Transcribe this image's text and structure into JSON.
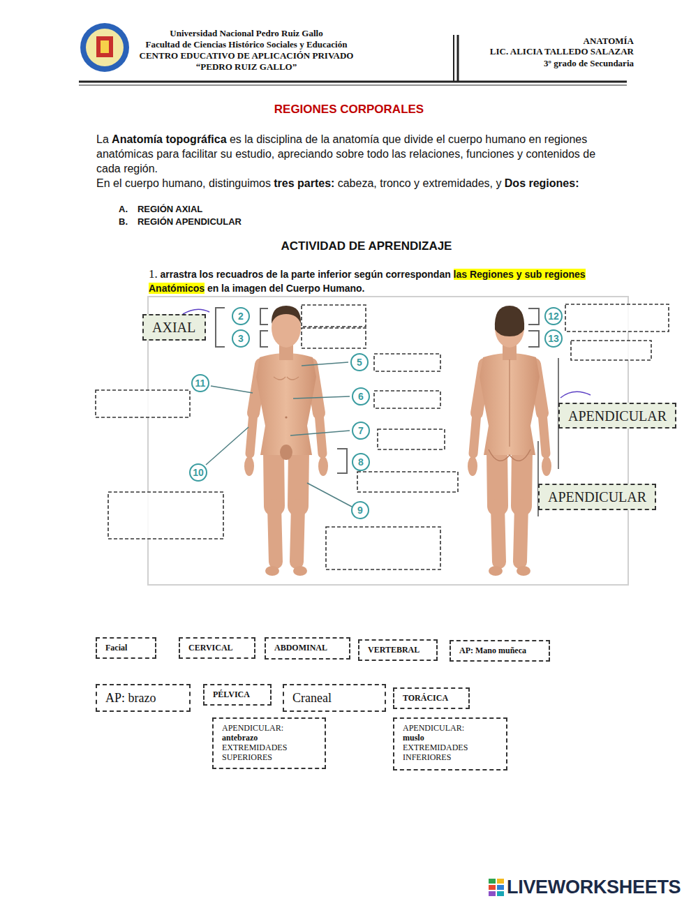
{
  "diagram": {
    "title": "REGIONES CORPORALES",
    "nodes": [
      {
        "text": [
          "2"
        ]
      },
      {
        "text": [
          "12"
        ]
      },
      {
        "text": [
          "AXIAL"
        ]
      },
      {
        "text": [
          "3"
        ]
      },
      {
        "text": [
          "13"
        ]
      },
      {
        "text": [
          "5"
        ]
      },
      {
        "text": [
          "11"
        ]
      },
      {
        "text": [
          "6"
        ]
      },
      {
        "text": [
          "APENDICULAR"
        ]
      },
      {
        "text": [
          "7"
        ]
      },
      {
        "text": [
          "8"
        ]
      },
      {
        "text": [
          "10"
        ]
      },
      {
        "text": [
          "APENDICULAR"
        ]
      },
      {
        "text": [
          "9"
        ]
      },
      {
        "text": [
          "Facial"
        ]
      },
      {
        "text": [
          "CERVICAL"
        ]
      },
      {
        "text": [
          "ABDOMINAL"
        ]
      },
      {
        "text": [
          "VERTEBRAL"
        ]
      },
      {
        "text": [
          "AP: Mano muñeca"
        ]
      },
      {
        "text": [
          "AP: brazo"
        ]
      },
      {
        "text": [
          "PÉLVICA"
        ]
      },
      {
        "text": [
          "Craneal"
        ]
      },
      {
        "text": [
          "TORÁCICA"
        ]
      },
      {
        "text": [
          "APENDICULAR:",
          "antebrazo",
          "EXTREMIDADES SUPERIORES"
        ]
      },
      {
        "text": [
          "APENDICULAR:",
          "muslo",
          "EXTREMIDADES INFERIORES"
        ]
      }
    ],
    "labels": [
      "Universidad Nacional Pedro Ruiz Gallo",
      "Facultad de Ciencias Histórico Sociales y Educación",
      "CENTRO EDUCATIVO DE APLICACIÓN PRIVADO",
      "“PEDRO RUIZ GALLO”",
      "ANATOMÍA",
      "LIC. ALICIA TALLEDO SALAZAR",
      "3º grado de Secundaria",
      "La",
      "Anatomía topográfica",
      "es la disciplina de la anatomía que divide el cuerpo humano en regiones anatómicas para facilitar su estudio, apreciando sobre todo las relaciones, funciones y contenidos de cada región.",
      "En el cuerpo humano, distinguimos",
      "tres partes:",
      "cabeza, tronco y extremidades, y",
      "Dos regiones:",
      "A.",
      "REGIÓN AXIAL",
      "B.",
      "REGIÓN APENDICULAR",
      "ACTIVIDAD DE APRENDIZAJE",
      "1.",
      "arrastra los recuadros de la parte inferior según correspondan",
      "las Regiones y sub regiones Anatómicos",
      "en la imagen del Cuerpo Humano.",
      "LIVEWORKSHEETS"
    ]
  }
}
